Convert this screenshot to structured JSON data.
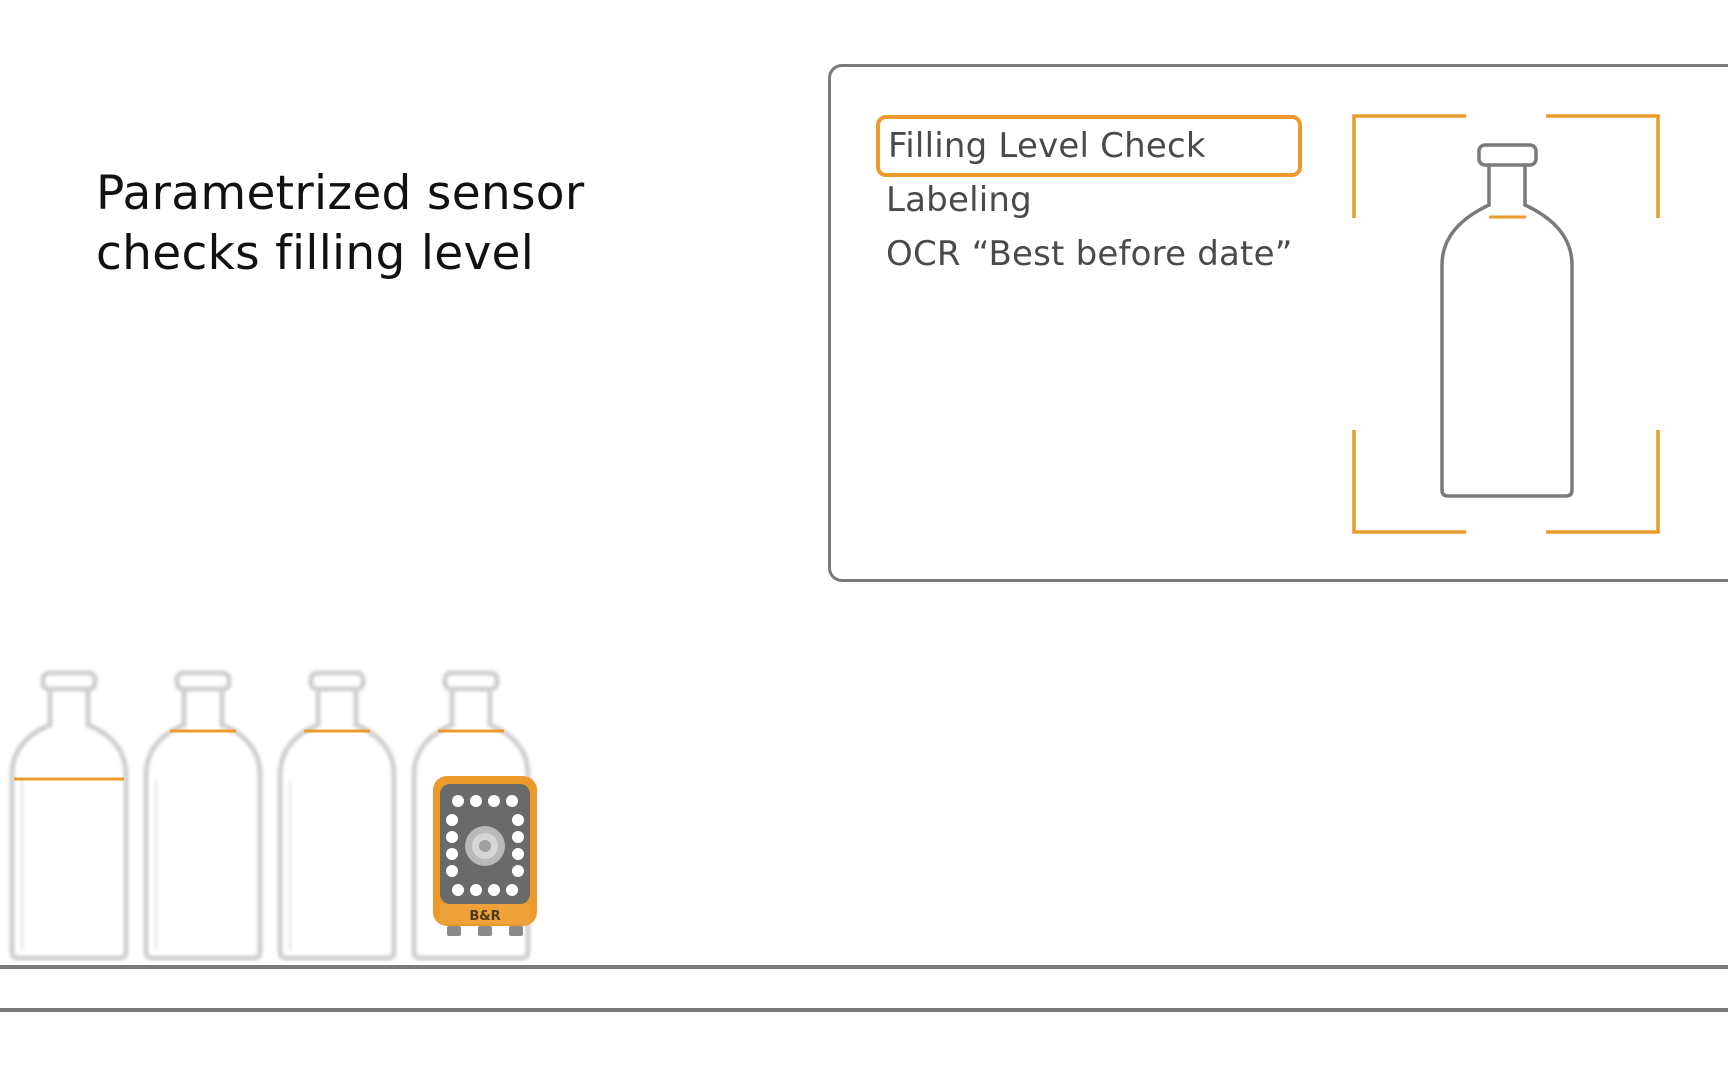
{
  "headline": {
    "line1": "Parametrized sensor",
    "line2": "checks filling level"
  },
  "inspection_panel": {
    "items": [
      {
        "label": "Filling Level Check",
        "selected": true
      },
      {
        "label": "Labeling",
        "selected": false
      },
      {
        "label": "OCR “Best before date”",
        "selected": false
      }
    ]
  },
  "camera": {
    "brand": "B&R"
  },
  "colors": {
    "accent": "#eb9a2b",
    "outline": "#7a7a7a",
    "text": "#4a4a4a",
    "heading": "#111111"
  }
}
